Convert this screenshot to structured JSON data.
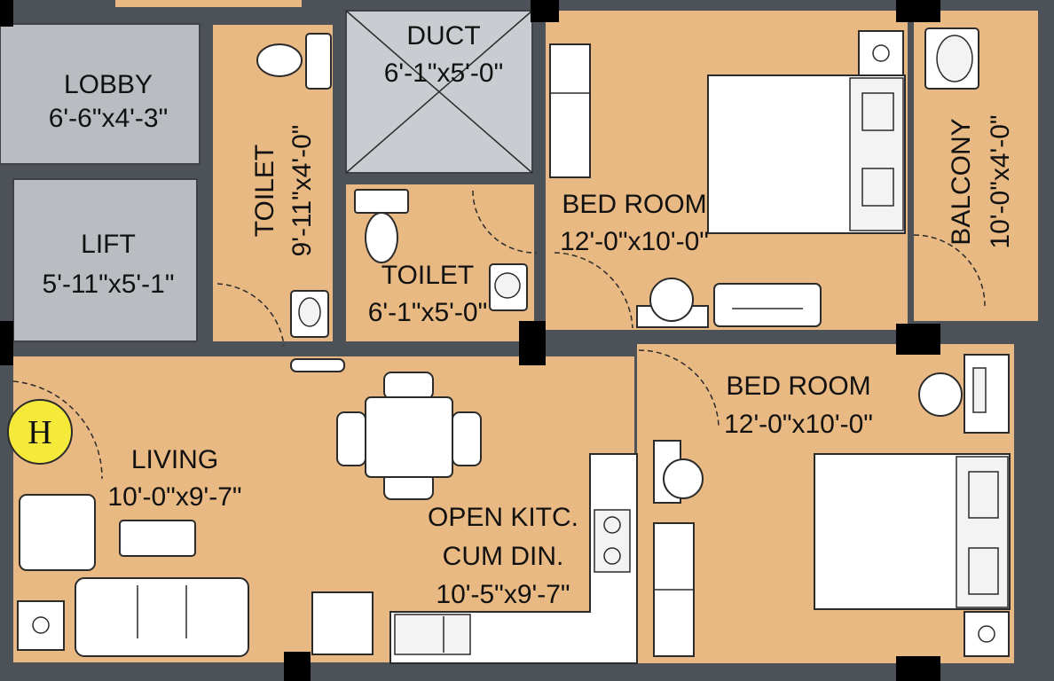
{
  "colors": {
    "floor": "#e9b983",
    "wall": "#4d5258",
    "gray_room": "#b9bdc1",
    "duct": "#c9cdd1",
    "hydrant_marker": "#f5ea3a"
  },
  "rooms": {
    "lobby": {
      "name": "LOBBY",
      "size": "6'-6\"x4'-3\""
    },
    "lift": {
      "name": "LIFT",
      "size": "5'-11\"x5'-1\""
    },
    "toilet1": {
      "name": "TOILET",
      "size": "9'-11\"x4'-0\""
    },
    "duct": {
      "name": "DUCT",
      "size": "6'-1\"x5'-0\""
    },
    "toilet2": {
      "name": "TOILET",
      "size": "6'-1\"x5'-0\""
    },
    "bedroom1": {
      "name": "BED ROOM",
      "size": "12'-0\"x10'-0\""
    },
    "balcony": {
      "name": "BALCONY",
      "size": "10'-0\"x4'-0\""
    },
    "bedroom2": {
      "name": "BED ROOM",
      "size": "12'-0\"x10'-0\""
    },
    "living": {
      "name": "LIVING",
      "size": "10'-0\"x9'-7\""
    },
    "kitchen": {
      "line1": "OPEN KITC.",
      "line2": "CUM DIN.",
      "size": "10'-5\"x9'-7\""
    }
  },
  "marker": {
    "letter": "H"
  }
}
